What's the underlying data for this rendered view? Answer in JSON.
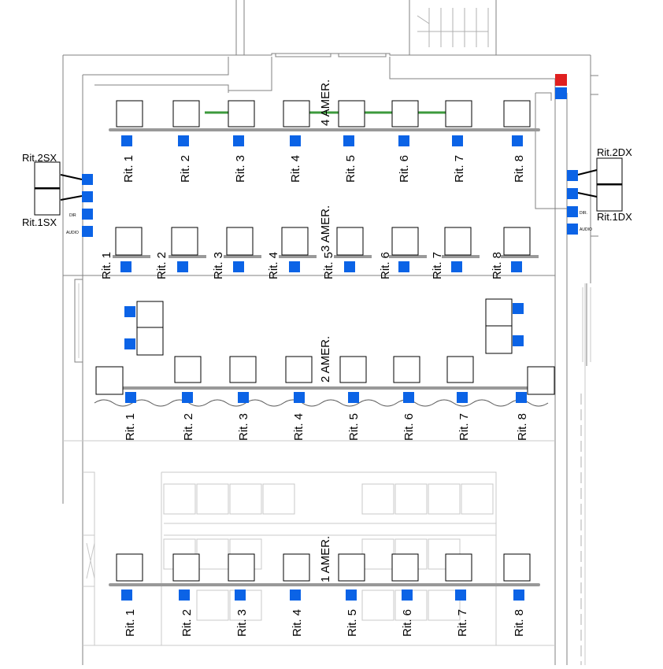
{
  "colors": {
    "device": "#0b63e6",
    "alert": "#e02020",
    "bar": "#999999",
    "truss": "#3c9a3c",
    "wall": "#808080",
    "faint": "#c8c8c8",
    "ink": "#000000"
  },
  "icons": {
    "device": "blue-square-marker",
    "alert": "red-square-marker",
    "light": "fixture-square"
  },
  "rows": [
    {
      "id": "row4",
      "label": "4 AMER.",
      "lights": 8,
      "devices": 8,
      "has_truss": true,
      "rit": [
        "Rit. 1",
        "Rit. 2",
        "Rit. 3",
        "Rit. 4",
        "Rit. 5",
        "Rit. 6",
        "Rit. 7",
        "Rit. 8"
      ]
    },
    {
      "id": "row3",
      "label": "3 AMER.",
      "lights": 8,
      "devices": 8,
      "has_truss": false,
      "rit": [
        "Rit. 1",
        "Rit. 2",
        "Rit. 3",
        "Rit. 4",
        "Rit. 5",
        "Rit. 6",
        "Rit. 7",
        "Rit. 8"
      ]
    },
    {
      "id": "row2",
      "label": "2 AMER.",
      "lights": 8,
      "devices": 8,
      "has_truss": false,
      "rit": [
        "Rit. 1",
        "Rit. 2",
        "Rit. 3",
        "Rit. 4",
        "Rit. 5",
        "Rit. 6",
        "Rit. 7",
        "Rit. 8"
      ]
    },
    {
      "id": "row1",
      "label": "1 AMER.",
      "lights": 8,
      "devices": 8,
      "has_truss": false,
      "rit": [
        "Rit. 1",
        "Rit. 2",
        "Rit. 3",
        "Rit. 4",
        "Rit. 5",
        "Rit. 6",
        "Rit. 7",
        "Rit. 8"
      ]
    }
  ],
  "side_left": {
    "top_label": "Rit.2SX",
    "bottom_label": "Rit.1SX",
    "dir_label": "DIR",
    "audio_label": "AUDIO"
  },
  "side_right": {
    "top_label": "Rit.2DX",
    "bottom_label": "Rit.1DX",
    "dir_label": "DIR.",
    "audio_label": "AUDIO"
  }
}
